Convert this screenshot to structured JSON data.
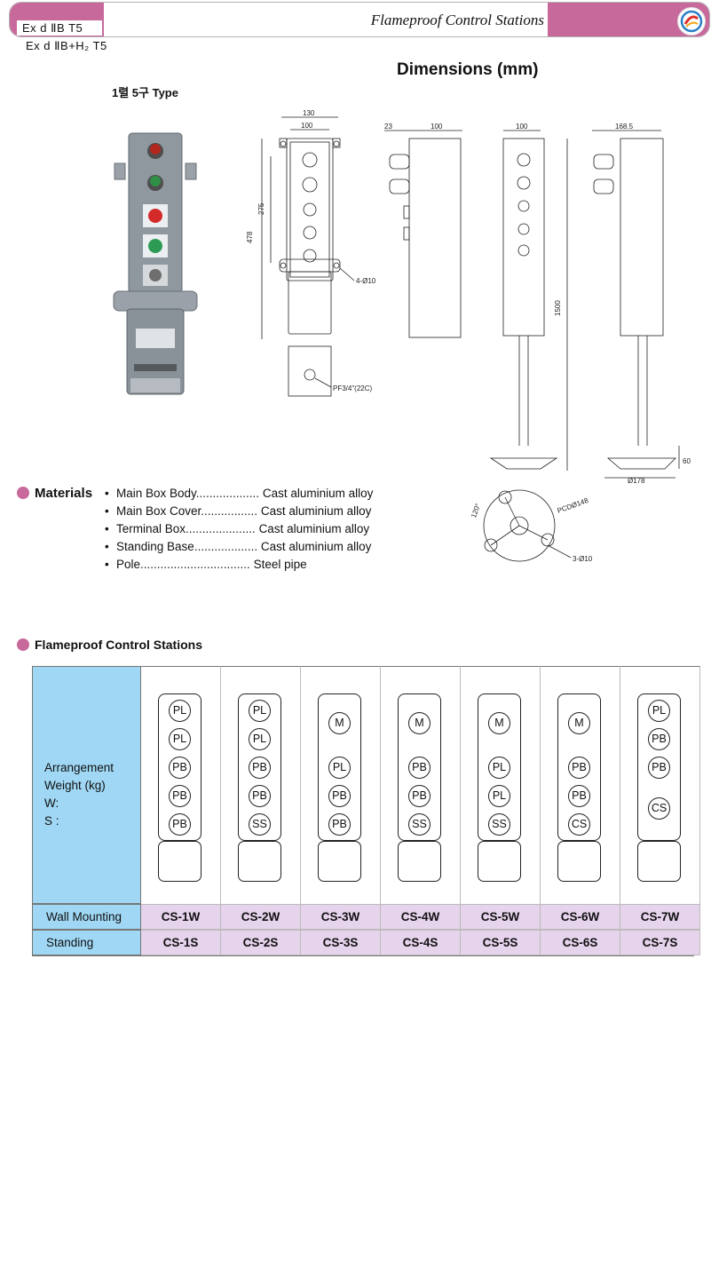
{
  "header": {
    "code_line1": "Ex d ⅡB T5",
    "code_line2": "Ex d ⅡB+H₂ T5",
    "title": "Flameproof Control Stations"
  },
  "dimensions": {
    "title": "Dimensions (mm)",
    "type_label": "1렬 5구 Type",
    "labels": [
      "130",
      "100",
      "478",
      "275",
      "4-Ø10",
      "PF3/4\"(22C)",
      "23",
      "100",
      "100",
      "168.5",
      "1500",
      "60",
      "Ø178",
      "120°",
      "PCDØ148",
      "3-Ø10"
    ]
  },
  "materials": {
    "title": "Materials",
    "items": [
      {
        "name": "Main Box Body",
        "dots": "...................",
        "value": "Cast aluminium alloy"
      },
      {
        "name": "Main Box Cover",
        "dots": ".................",
        "value": "Cast aluminium alloy"
      },
      {
        "name": "Terminal Box",
        "dots": ".....................",
        "value": "Cast aluminium alloy"
      },
      {
        "name": "Standing Base",
        "dots": "...................",
        "value": "Cast aluminium alloy"
      },
      {
        "name": "Pole",
        "dots": ".................................",
        "value": "Steel pipe"
      }
    ]
  },
  "stations": {
    "title": "Flameproof Control Stations",
    "head_lines": [
      "Arrangement",
      "Weight (kg)",
      "W:",
      "S :"
    ],
    "row_labels": [
      "Wall Mounting",
      "Standing"
    ],
    "columns": [
      {
        "arrangement": [
          "PL",
          "PL",
          "PB",
          "PB",
          "PB"
        ],
        "wall": "CS-1W",
        "standing": "CS-1S"
      },
      {
        "arrangement": [
          "PL",
          "PL",
          "PB",
          "PB",
          "SS"
        ],
        "wall": "CS-2W",
        "standing": "CS-2S"
      },
      {
        "arrangement": [
          "M",
          "PL",
          "PB",
          "PB"
        ],
        "wall": "CS-3W",
        "standing": "CS-3S"
      },
      {
        "arrangement": [
          "M",
          "PB",
          "PB",
          "SS"
        ],
        "wall": "CS-4W",
        "standing": "CS-4S"
      },
      {
        "arrangement": [
          "M",
          "PL",
          "PL",
          "SS"
        ],
        "wall": "CS-5W",
        "standing": "CS-5S"
      },
      {
        "arrangement": [
          "M",
          "PB",
          "PB",
          "CS"
        ],
        "wall": "CS-6W",
        "standing": "CS-6S"
      },
      {
        "arrangement": [
          "PL",
          "PB",
          "PB",
          "CS"
        ],
        "wall": "CS-7W",
        "standing": "CS-7S"
      }
    ]
  },
  "colors": {
    "accent_pink": "#c8699b",
    "header_blue": "#9fd7f4",
    "row_lilac": "#e6d3ec"
  }
}
